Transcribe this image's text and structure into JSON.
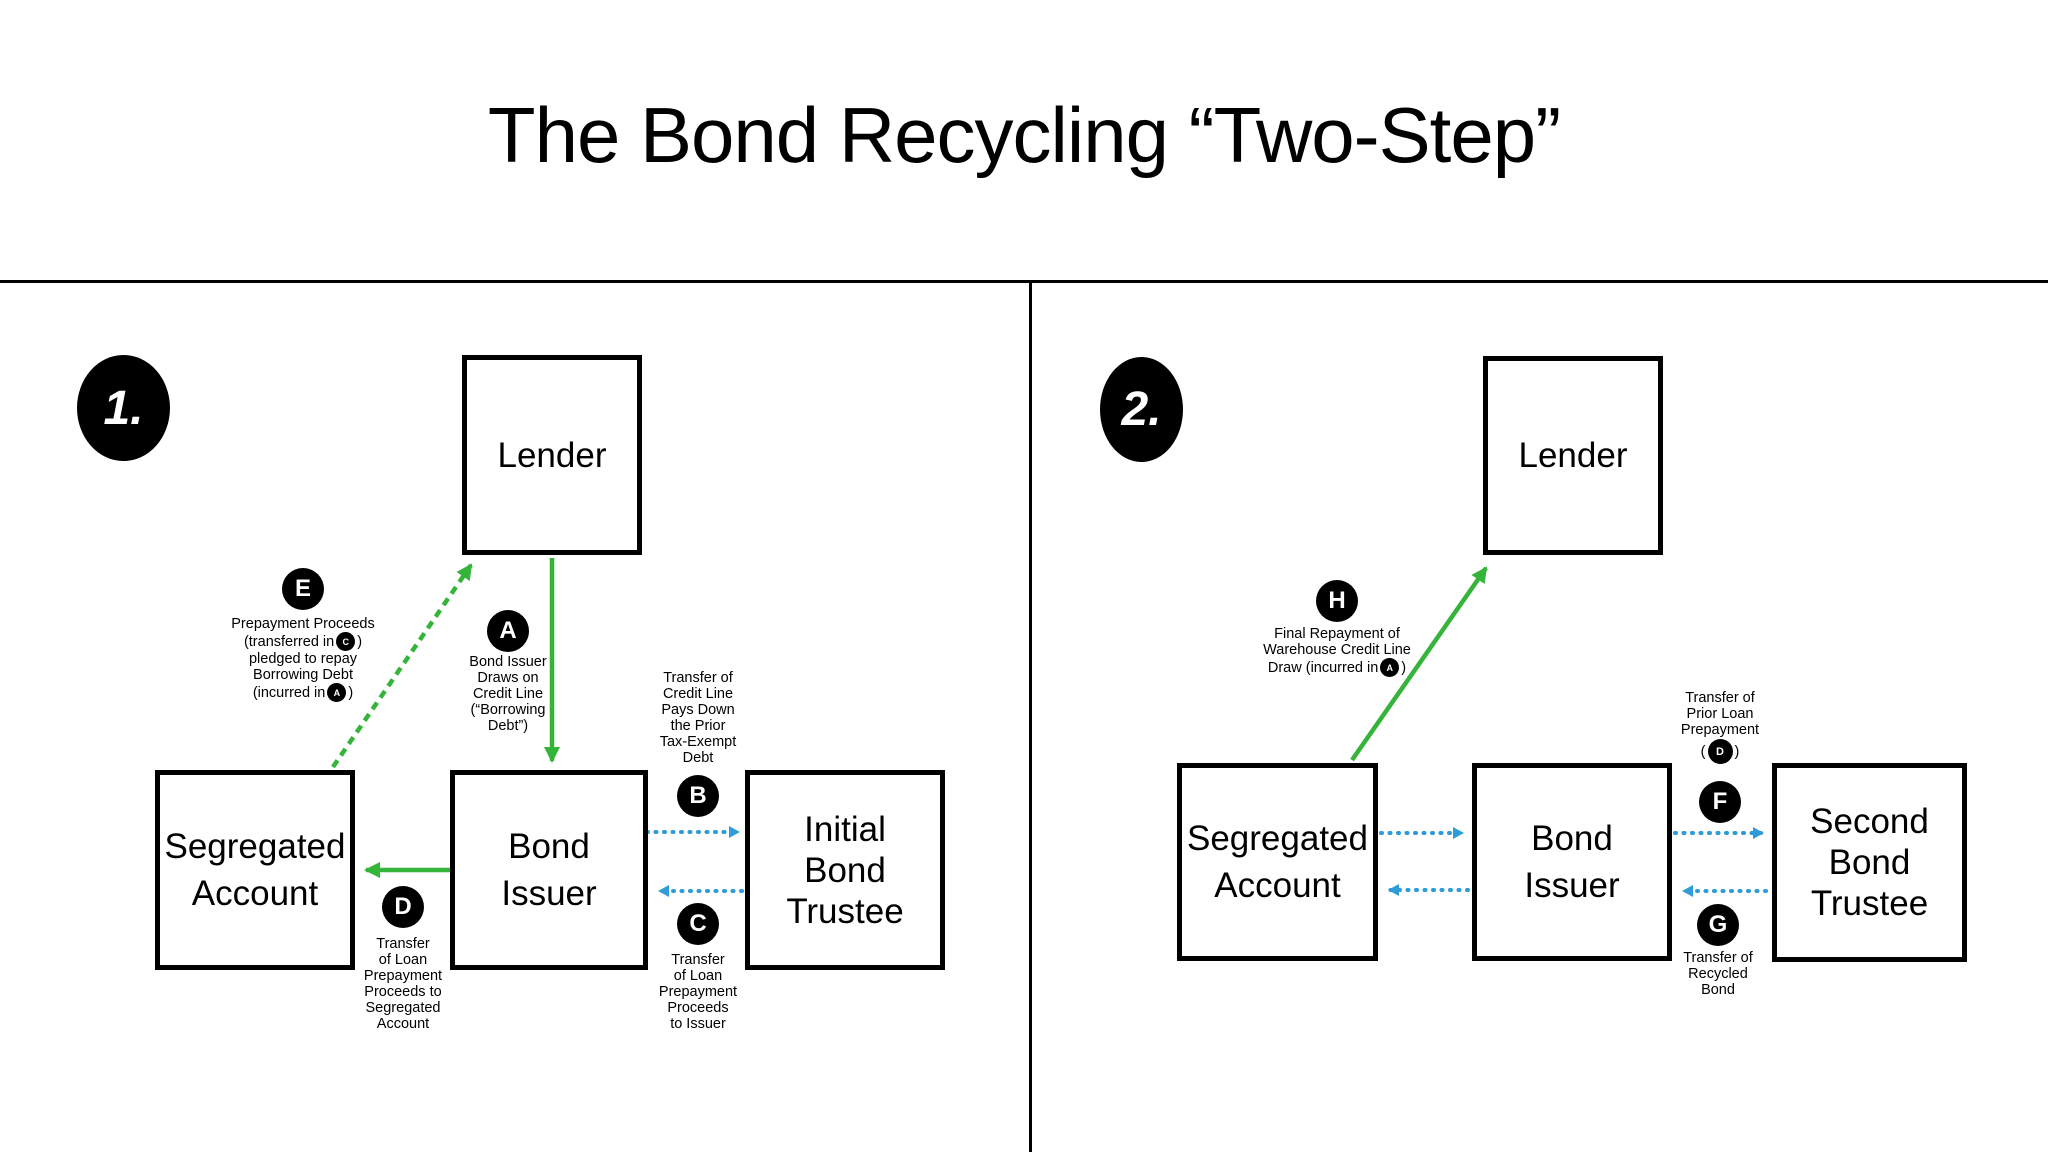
{
  "title": "The Bond Recycling “Two-Step”",
  "colors": {
    "green": "#35b43a",
    "blue": "#2e9cd8",
    "black": "#000000",
    "background": "#ffffff"
  },
  "step1": {
    "number": "1.",
    "lender": [
      "Lender"
    ],
    "segregated": [
      "Segregated",
      "Account"
    ],
    "issuer": [
      "Bond",
      "Issuer"
    ],
    "trustee": [
      "Initial",
      "Bond",
      "Trustee"
    ],
    "annA": {
      "badge": "A",
      "lines": [
        "Bond Issuer",
        "Draws on",
        "Credit Line",
        "(“Borrowing",
        "Debt”)"
      ]
    },
    "annB": {
      "badge": "B",
      "lines": [
        "Transfer of",
        "Credit Line",
        "Pays Down",
        "the Prior",
        "Tax-Exempt",
        "Debt"
      ]
    },
    "annC": {
      "badge": "C",
      "lines": [
        "Transfer",
        "of Loan",
        "Prepayment",
        "Proceeds",
        "to Issuer"
      ]
    },
    "annD": {
      "badge": "D",
      "lines": [
        "Transfer",
        "of Loan",
        "Prepayment",
        "Proceeds to",
        "Segregated",
        "Account"
      ]
    },
    "annE": {
      "badge": "E",
      "l1": "Prepayment Proceeds",
      "l2_pre": "(transferred in",
      "l2_badge": "C",
      "l2_post": ")",
      "l3": "pledged to repay",
      "l4": "Borrowing Debt",
      "l5_pre": "(incurred in",
      "l5_badge": "A",
      "l5_post": ")"
    }
  },
  "step2": {
    "number": "2.",
    "lender": [
      "Lender"
    ],
    "segregated": [
      "Segregated",
      "Account"
    ],
    "issuer": [
      "Bond",
      "Issuer"
    ],
    "trustee": [
      "Second",
      "Bond",
      "Trustee"
    ],
    "annH": {
      "badge": "H",
      "l1": "Final Repayment of",
      "l2": "Warehouse Credit Line",
      "l3_pre": "Draw (incurred in",
      "l3_badge": "A",
      "l3_post": ")"
    },
    "annF": {
      "badge": "F",
      "lines": [
        "Transfer of",
        "Prior Loan",
        "Prepayment"
      ],
      "paren_open": "(",
      "mini_badge": "D",
      "paren_close": ")"
    },
    "annG": {
      "badge": "G",
      "lines": [
        "Transfer of",
        "Recycled",
        "Bond"
      ]
    }
  }
}
